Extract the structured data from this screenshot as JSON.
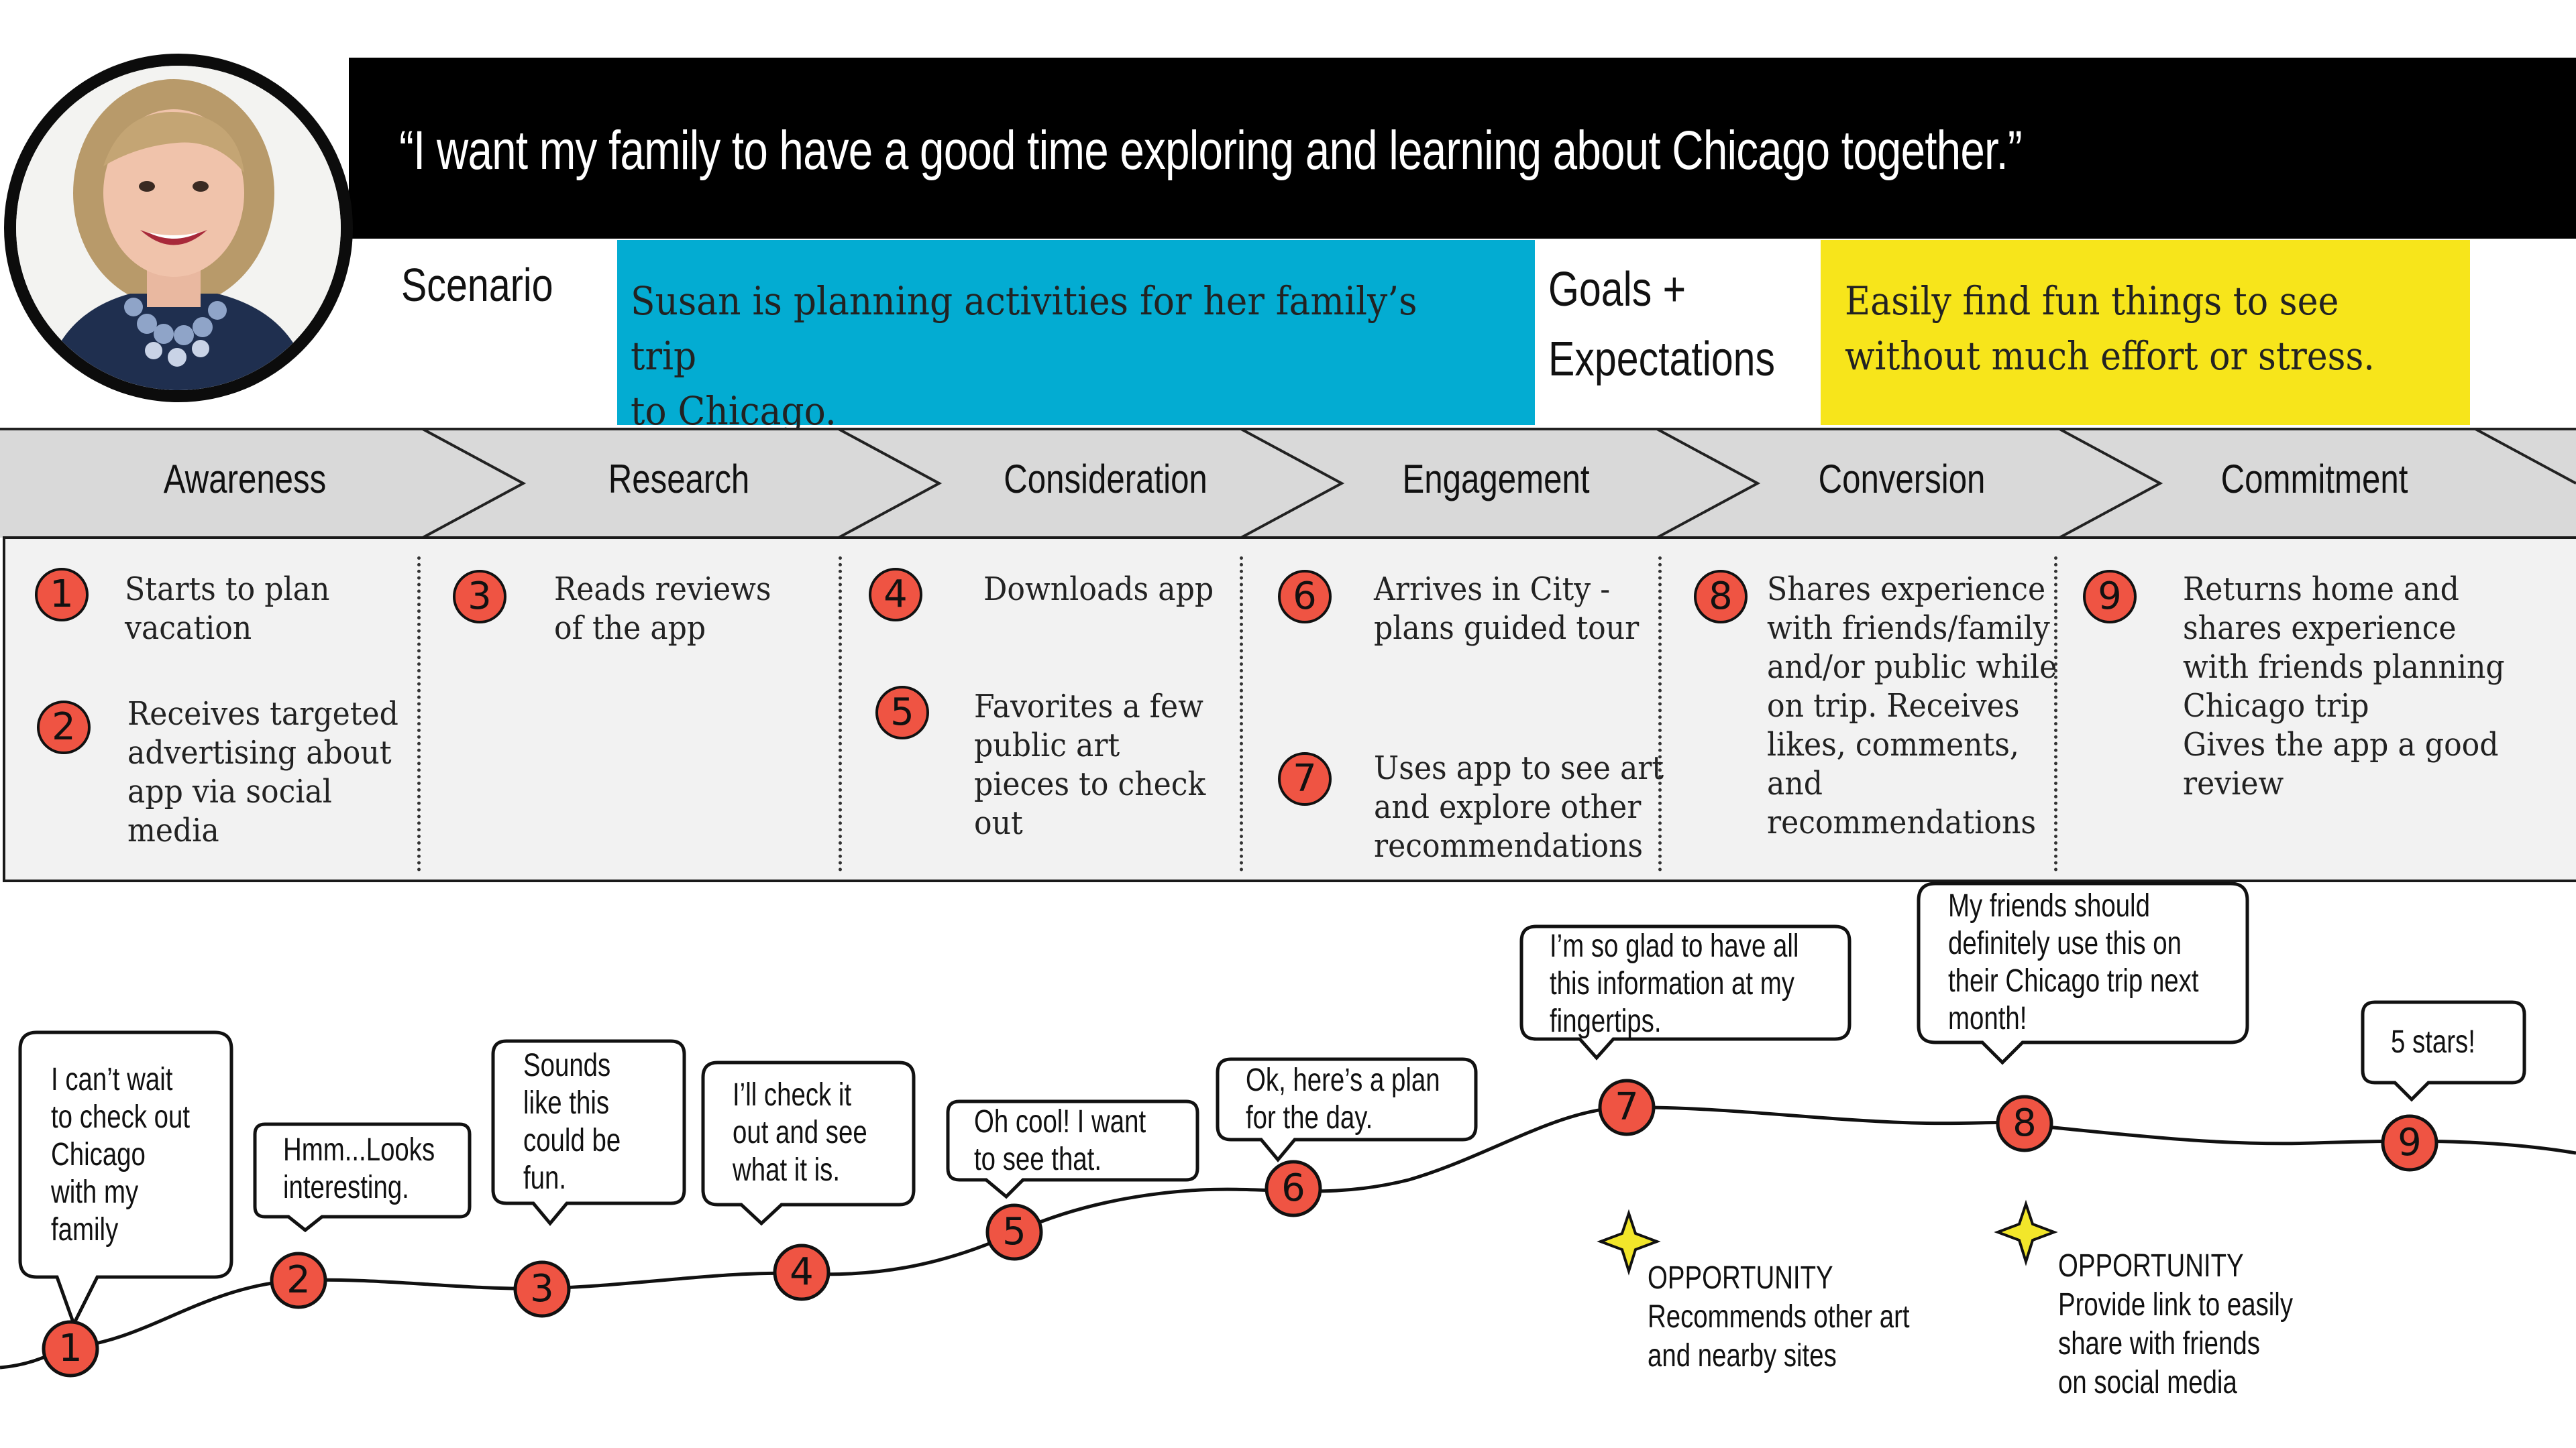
{
  "header": {
    "quote": "“I want my family to have a good time exploring and learning about Chicago together.”"
  },
  "scenario": {
    "title": "Scenario",
    "text_line1": "Susan is planning activities for her family’s trip",
    "text_line2": "to Chicago."
  },
  "goals": {
    "title_line1": "Goals +",
    "title_line2": "Expectations",
    "text_line1": "Easily find fun things to see",
    "text_line2": "without much effort or stress."
  },
  "stages": [
    "Awareness",
    "Research",
    "Consideration",
    "Engagement",
    "Conversion",
    "Commitment"
  ],
  "steps": [
    {
      "num": "1",
      "lines": [
        "Starts to plan",
        "vacation"
      ]
    },
    {
      "num": "2",
      "lines": [
        "Receives targeted",
        "advertising about",
        "app via social",
        "media"
      ]
    },
    {
      "num": "3",
      "lines": [
        "Reads reviews",
        "of the app"
      ]
    },
    {
      "num": "4",
      "lines": [
        "Downloads app"
      ]
    },
    {
      "num": "5",
      "lines": [
        "Favorites a few",
        "public art",
        "pieces to check",
        "out"
      ]
    },
    {
      "num": "6",
      "lines": [
        "Arrives in City -",
        "plans guided tour"
      ]
    },
    {
      "num": "7",
      "lines": [
        "Uses app to see art",
        "and explore other",
        "recommendations"
      ]
    },
    {
      "num": "8",
      "lines": [
        "Shares experience",
        "with friends/family",
        "and/or public while",
        "on trip. Receives",
        "likes, comments,",
        "and",
        "recommendations"
      ]
    },
    {
      "num": "9",
      "lines": [
        "Returns home and",
        "shares experience",
        "with friends planning",
        "Chicago trip",
        "Gives the app a good",
        "review"
      ]
    }
  ],
  "journey": {
    "markers": [
      "1",
      "2",
      "3",
      "4",
      "5",
      "6",
      "7",
      "8",
      "9"
    ],
    "bubbles": [
      {
        "lines": [
          "I can’t wait",
          "to check out",
          "Chicago",
          "with my",
          "family"
        ]
      },
      {
        "lines": [
          "Hmm...Looks",
          "interesting."
        ]
      },
      {
        "lines": [
          "Sounds",
          "like this",
          "could be",
          "fun."
        ]
      },
      {
        "lines": [
          "I’ll check it",
          "out and see",
          "what it is."
        ]
      },
      {
        "lines": [
          "Oh cool! I want",
          "to see that."
        ]
      },
      {
        "lines": [
          "Ok, here’s a plan",
          "for the day."
        ]
      },
      {
        "lines": [
          "I’m so glad to have all",
          "this information at my",
          "fingertips."
        ]
      },
      {
        "lines": [
          "My friends should",
          "definitely use this on",
          "their Chicago trip next",
          "month!"
        ]
      },
      {
        "lines": [
          "5 stars!"
        ]
      }
    ],
    "opportunities": [
      {
        "lines": [
          "OPPORTUNITY",
          "Recommends other art",
          "and nearby sites"
        ]
      },
      {
        "lines": [
          "OPPORTUNITY",
          "Provide link to easily",
          "share with friends",
          "on social media"
        ]
      }
    ]
  },
  "colors": {
    "scenario_bg": "#03acd2",
    "goals_bg": "#f7e51b",
    "stage_bg": "#d9d9d9",
    "badge": "#ef5443",
    "star": "#f2e62a"
  }
}
